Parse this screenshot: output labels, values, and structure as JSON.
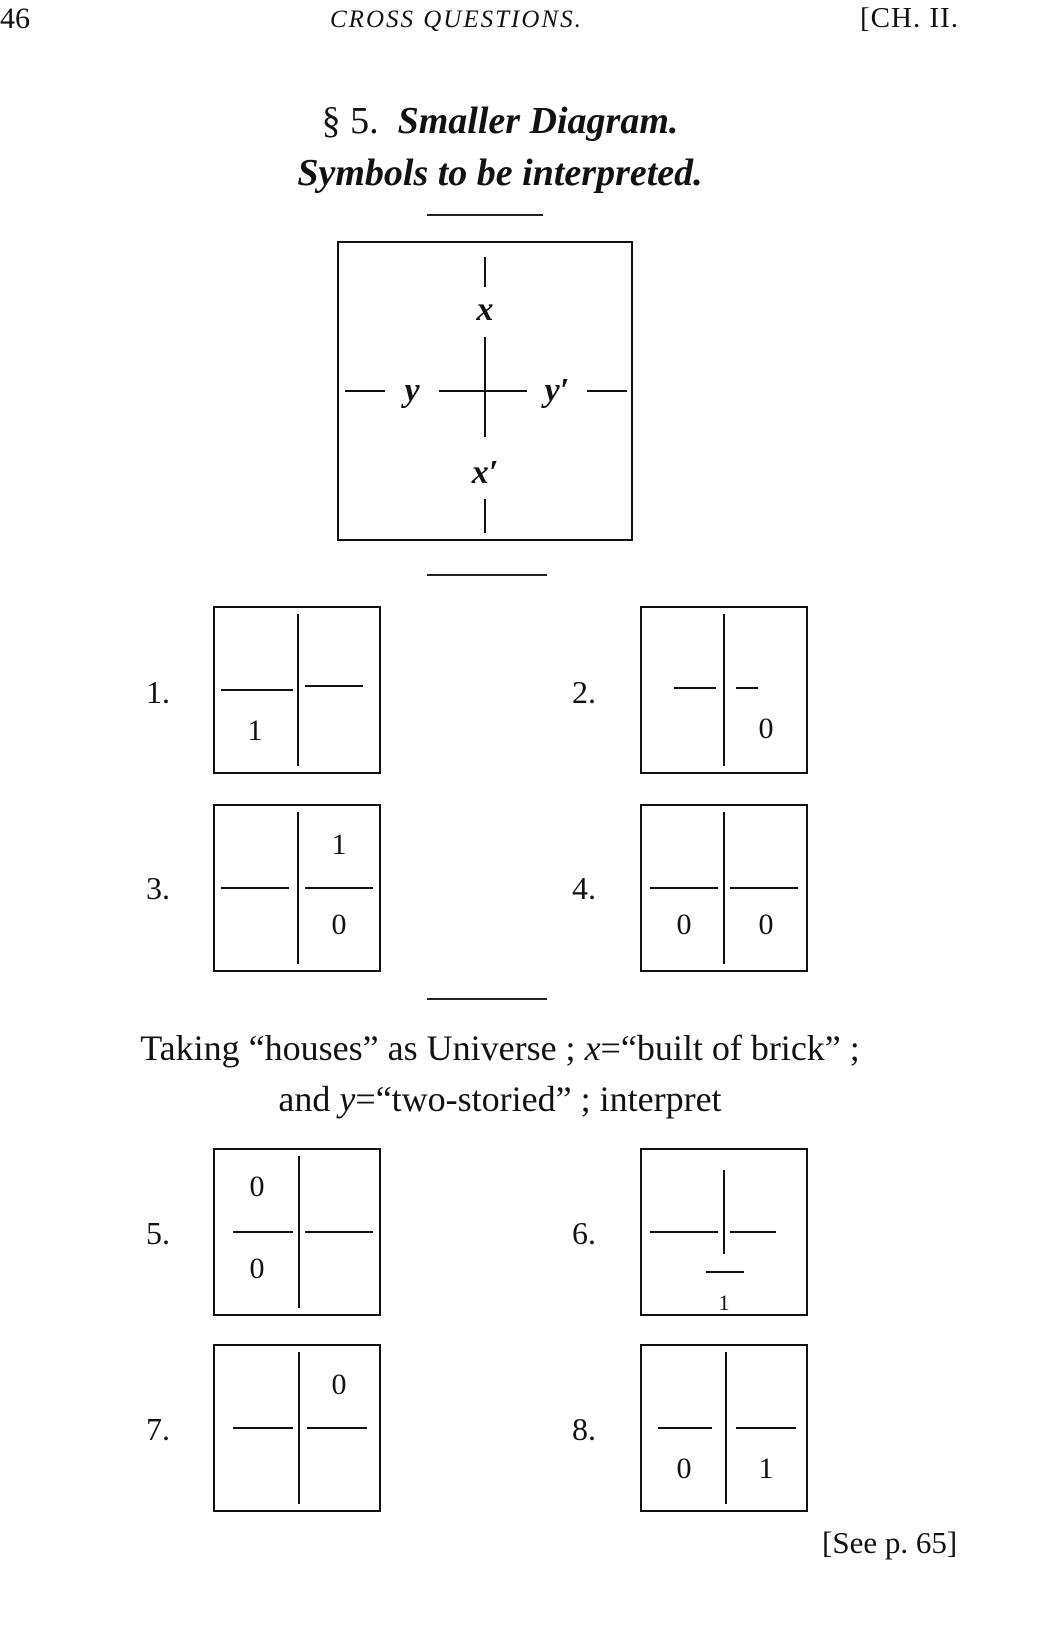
{
  "header": {
    "page_number": "46",
    "running_head": "CROSS QUESTIONS.",
    "chapter_ref": "[CH. II."
  },
  "section": {
    "number": "§ 5.",
    "title_line1": "Smaller Diagram.",
    "title_line2": "Symbols to be interpreted."
  },
  "main_diagram": {
    "labels": {
      "top": "x",
      "bottom": "x′",
      "left": "y",
      "right": "y′"
    }
  },
  "exercises_a": [
    {
      "label": "1.",
      "marks": [
        {
          "cell": "bottom-left",
          "value": "1"
        }
      ]
    },
    {
      "label": "2.",
      "marks": [
        {
          "cell": "bottom-right",
          "value": "0"
        }
      ]
    },
    {
      "label": "3.",
      "marks": [
        {
          "cell": "top-right",
          "value": "1"
        },
        {
          "cell": "bottom-right",
          "value": "0"
        }
      ]
    },
    {
      "label": "4.",
      "marks": [
        {
          "cell": "bottom-left",
          "value": "0"
        },
        {
          "cell": "bottom-right",
          "value": "0"
        }
      ]
    }
  ],
  "instruction": {
    "line1_a": "Taking “houses” as Universe ; ",
    "line1_var": "x",
    "line1_b": "=“built of brick” ;",
    "line2_a": "and ",
    "line2_var": "y",
    "line2_b": "=“two-storied” ; interpret"
  },
  "exercises_b": [
    {
      "label": "5.",
      "marks": [
        {
          "cell": "top-left",
          "value": "0"
        },
        {
          "cell": "bottom-left",
          "value": "0"
        }
      ]
    },
    {
      "label": "6.",
      "marks": [
        {
          "cell": "straddle-bottom-vertical",
          "value": "1"
        }
      ]
    },
    {
      "label": "7.",
      "marks": [
        {
          "cell": "top-right",
          "value": "0"
        }
      ]
    },
    {
      "label": "8.",
      "marks": [
        {
          "cell": "bottom-left",
          "value": "0"
        },
        {
          "cell": "bottom-right",
          "value": "1"
        }
      ]
    }
  ],
  "footer": {
    "see_ref": "[See p. 65]"
  }
}
